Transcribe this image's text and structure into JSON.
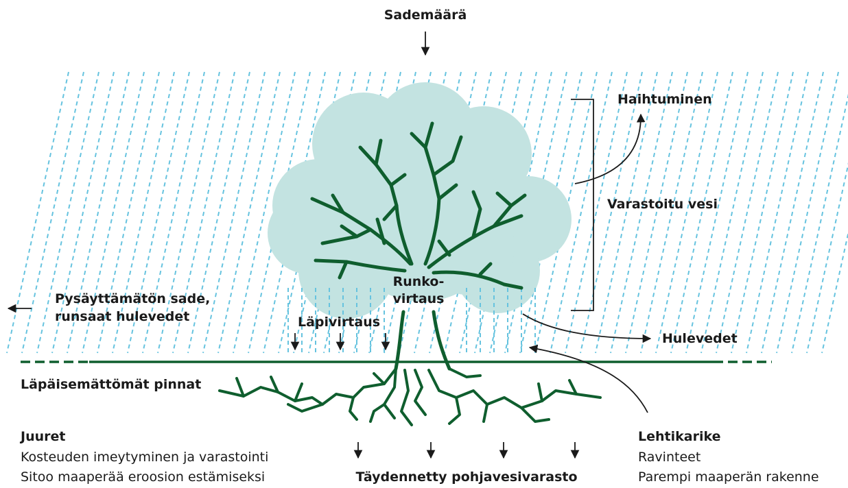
{
  "labels": {
    "rainfall": "Sademäärä",
    "evaporation": "Haihtuminen",
    "stored_water": "Varastoitu vesi",
    "uncaught_rain_line1": "Pysäyttämätön sade,",
    "uncaught_rain_line2": "runsaat hulevedet",
    "throughfall": "Läpivirtaus",
    "stemflow_line1": "Runko-",
    "stemflow_line2": "virtaus",
    "stormwater": "Hulevedet",
    "impervious": "Läpäisemättömät pinnat",
    "roots_title": "Juuret",
    "roots_line1": "Kosteuden imeytyminen ja varastointi",
    "roots_line2": "Sitoo maaperää eroosion estämiseksi",
    "groundwater": "Täydennetty pohjavesivarasto",
    "litter_title": "Lehtikarike",
    "litter_line1": "Ravinteet",
    "litter_line2": "Parempi maaperän rakenne"
  },
  "colors": {
    "rain": "#66c3df",
    "canopy": "#c3e3e1",
    "tree": "#0f5e2e",
    "text": "#1a1a1a"
  }
}
